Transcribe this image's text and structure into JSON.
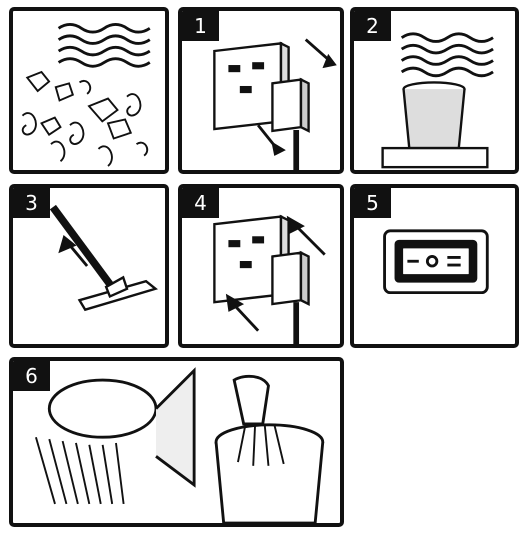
{
  "steps": [
    {
      "number": "",
      "label": "debris"
    },
    {
      "number": "1",
      "label": "unplug"
    },
    {
      "number": "2",
      "label": "container"
    },
    {
      "number": "3",
      "label": "nozzle"
    },
    {
      "number": "4",
      "label": "plug-in"
    },
    {
      "number": "5",
      "label": "switch"
    },
    {
      "number": "6",
      "label": "empty"
    }
  ],
  "colors": {
    "ink": "#111111",
    "paper": "#ffffff",
    "tone": "#888888"
  }
}
